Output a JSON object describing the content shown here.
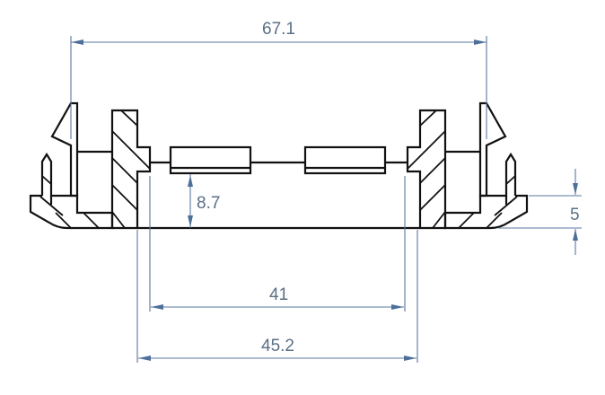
{
  "drawing": {
    "type": "cross-section technical drawing",
    "units": "mm",
    "colors": {
      "object_lines": "#111111",
      "dimension_lines": "#5877a0",
      "dimension_text": "#5b6f86",
      "background": "#ffffff"
    }
  },
  "dimensions": {
    "overall_width": {
      "label": "67.1"
    },
    "inner_height": {
      "label": "8.7"
    },
    "lip_height": {
      "label": "5"
    },
    "inner_span": {
      "label": "41"
    },
    "outer_span": {
      "label": "45.2"
    }
  }
}
